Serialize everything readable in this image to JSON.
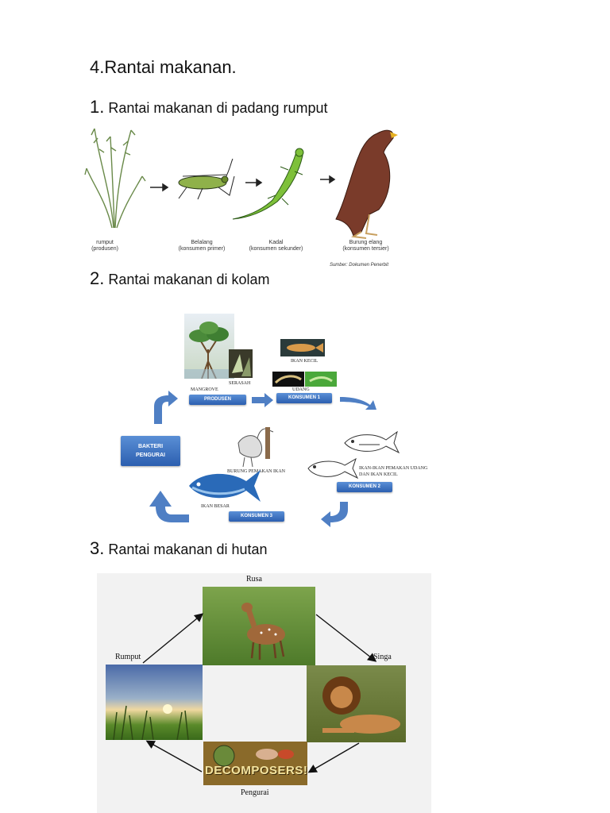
{
  "title": "4.Rantai makanan.",
  "sections": [
    {
      "num": "1.",
      "text": "Rantai makanan di padang rumput"
    },
    {
      "num": "2.",
      "text": "Rantai makanan di kolam"
    },
    {
      "num": "3.",
      "text": "Rantai makanan di hutan"
    }
  ],
  "grassland": {
    "labels": [
      {
        "name": "rumput",
        "role": "(produsen)"
      },
      {
        "name": "Belalang",
        "role": "(konsumen primer)"
      },
      {
        "name": "Kadal",
        "role": "(konsumen sekunder)"
      },
      {
        "name": "Burung elang",
        "role": "(konsumen tersier)"
      }
    ],
    "source": "Sumber: Dokumen Penerbit"
  },
  "pond": {
    "mangrove": "MANGROVE",
    "serasah": "SERASAH",
    "ikan_kecil": "IKAN KECIL",
    "udang": "UDANG",
    "produsen": "PRODUSEN",
    "konsumen1": "KONSUMEN 1",
    "bakteri": "BAKTERI PENGURAI",
    "burung": "BURUNG PEMAKAN IKAN",
    "ikan_pemakan": "IKAN-IKAN PEMAKAN UDANG DAN IKAN KECIL",
    "konsumen2": "KONSUMEN 2",
    "ikan_besar": "IKAN BESAR",
    "konsumen3": "KONSUMEN 3"
  },
  "forest": {
    "rusa": "Rusa",
    "rumput": "Rumput",
    "singa": "Singa",
    "pengurai": "Pengurai",
    "decomposers": "DECOMPOSERS!"
  },
  "colors": {
    "btn_blue": "#2c5fb0",
    "arrow_blue": "#4f7fc4"
  }
}
